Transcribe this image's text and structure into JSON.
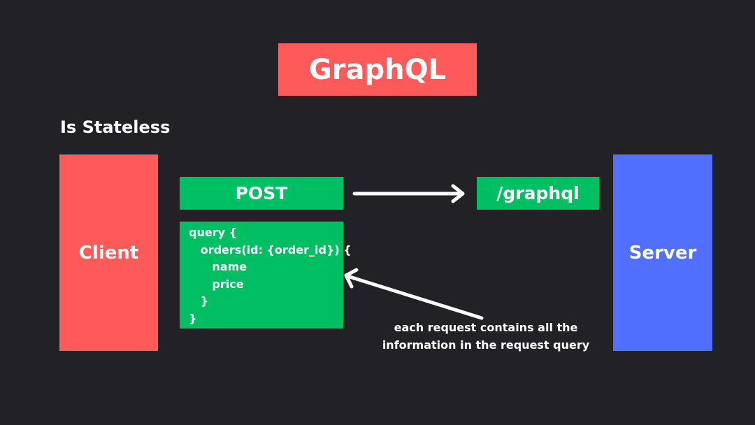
{
  "title": "GraphQL",
  "subtitle": "Is Stateless",
  "client": {
    "label": "Client"
  },
  "server": {
    "label": "Server"
  },
  "request": {
    "method": "POST",
    "endpoint": "/graphql",
    "query_lines": [
      "query {",
      "   orders(id: {order_id}) {",
      "      name",
      "      price",
      "   }",
      "}"
    ]
  },
  "annotation": {
    "lines": [
      "each request contains all the",
      "information in the request query"
    ]
  },
  "colors": {
    "background": "#222226",
    "red": "#FF5A5A",
    "green": "#00BF63",
    "blue": "#5170FF",
    "text": "#FFFFFF"
  }
}
